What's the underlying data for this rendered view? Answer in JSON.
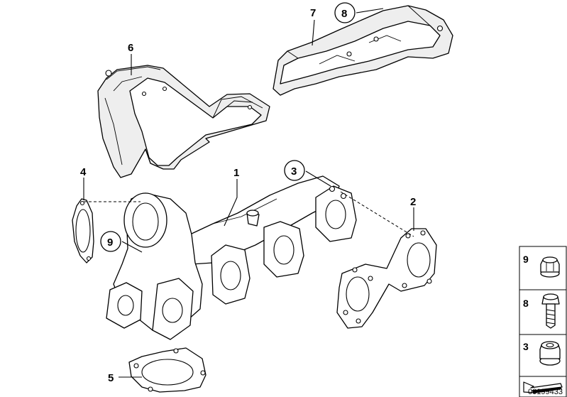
{
  "callouts": {
    "c1": "1",
    "c2": "2",
    "c3": "3",
    "c4": "4",
    "c5": "5",
    "c6": "6",
    "c7": "7",
    "c8": "8",
    "c9": "9"
  },
  "legend": {
    "items": [
      {
        "number": "9",
        "icon": "flange-nut-icon"
      },
      {
        "number": "8",
        "icon": "hex-bolt-icon"
      },
      {
        "number": "3",
        "icon": "self-locking-nut-icon"
      }
    ]
  },
  "document_number": "00199433"
}
